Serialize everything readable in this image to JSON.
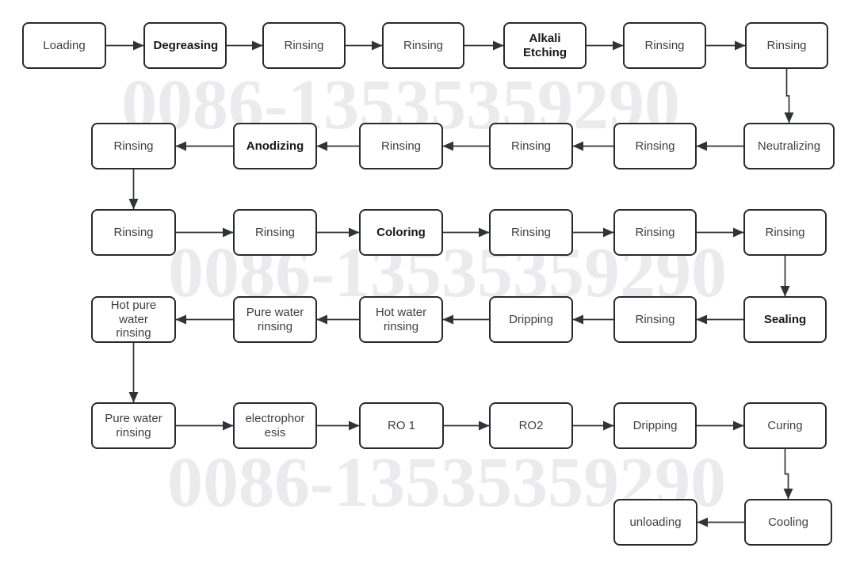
{
  "watermark": {
    "text": "0086-13535359290",
    "color": "#ebebee",
    "repeat_count": 3
  },
  "colors": {
    "background": "#ffffff",
    "box_border": "#272a30",
    "box_fill": "#ffffff",
    "box_text": "#3d3f42",
    "box_text_bold": "#17181a",
    "connector": "#303338"
  },
  "flowchart": {
    "nodes": [
      {
        "id": "loading",
        "label": "Loading",
        "bold": false,
        "row": 1
      },
      {
        "id": "degreasing",
        "label": "Degreasing",
        "bold": true,
        "row": 1
      },
      {
        "id": "rinsing-1",
        "label": "Rinsing",
        "bold": false,
        "row": 1
      },
      {
        "id": "rinsing-2",
        "label": "Rinsing",
        "bold": false,
        "row": 1
      },
      {
        "id": "alkali-etching",
        "label": "Alkali Etching",
        "bold": true,
        "row": 1
      },
      {
        "id": "rinsing-3",
        "label": "Rinsing",
        "bold": false,
        "row": 1
      },
      {
        "id": "rinsing-4",
        "label": "Rinsing",
        "bold": false,
        "row": 1
      },
      {
        "id": "rinsing-8",
        "label": "Rinsing",
        "bold": false,
        "row": 2
      },
      {
        "id": "anodizing",
        "label": "Anodizing",
        "bold": true,
        "row": 2
      },
      {
        "id": "rinsing-7",
        "label": "Rinsing",
        "bold": false,
        "row": 2
      },
      {
        "id": "rinsing-6",
        "label": "Rinsing",
        "bold": false,
        "row": 2
      },
      {
        "id": "rinsing-5",
        "label": "Rinsing",
        "bold": false,
        "row": 2
      },
      {
        "id": "neutralizing",
        "label": "Neutralizing",
        "bold": false,
        "row": 2
      },
      {
        "id": "rinsing-9",
        "label": "Rinsing",
        "bold": false,
        "row": 3
      },
      {
        "id": "rinsing-10",
        "label": "Rinsing",
        "bold": false,
        "row": 3
      },
      {
        "id": "coloring",
        "label": "Coloring",
        "bold": true,
        "row": 3
      },
      {
        "id": "rinsing-11",
        "label": "Rinsing",
        "bold": false,
        "row": 3
      },
      {
        "id": "rinsing-12",
        "label": "Rinsing",
        "bold": false,
        "row": 3
      },
      {
        "id": "rinsing-13",
        "label": "Rinsing",
        "bold": false,
        "row": 3
      },
      {
        "id": "hot-pure-water-rinsing",
        "label": "Hot pure water rinsing",
        "bold": false,
        "row": 4
      },
      {
        "id": "pure-water-rinsing-1",
        "label": "Pure water rinsing",
        "bold": false,
        "row": 4
      },
      {
        "id": "hot-water-rinsing",
        "label": "Hot water rinsing",
        "bold": false,
        "row": 4
      },
      {
        "id": "dripping-1",
        "label": "Dripping",
        "bold": false,
        "row": 4
      },
      {
        "id": "rinsing-14",
        "label": "Rinsing",
        "bold": false,
        "row": 4
      },
      {
        "id": "sealing",
        "label": "Sealing",
        "bold": true,
        "row": 4
      },
      {
        "id": "pure-water-rinsing-2",
        "label": "Pure water rinsing",
        "bold": false,
        "row": 5
      },
      {
        "id": "electrophoresis",
        "label": "electrophoresis",
        "bold": false,
        "row": 5
      },
      {
        "id": "ro-1",
        "label": "RO 1",
        "bold": false,
        "row": 5
      },
      {
        "id": "ro-2",
        "label": "RO2",
        "bold": false,
        "row": 5
      },
      {
        "id": "dripping-2",
        "label": "Dripping",
        "bold": false,
        "row": 5
      },
      {
        "id": "curing",
        "label": "Curing",
        "bold": false,
        "row": 5
      },
      {
        "id": "unloading",
        "label": "unloading",
        "bold": false,
        "row": 6
      },
      {
        "id": "cooling",
        "label": "Cooling",
        "bold": false,
        "row": 6
      }
    ],
    "edges": [
      [
        "loading",
        "degreasing"
      ],
      [
        "degreasing",
        "rinsing-1"
      ],
      [
        "rinsing-1",
        "rinsing-2"
      ],
      [
        "rinsing-2",
        "alkali-etching"
      ],
      [
        "alkali-etching",
        "rinsing-3"
      ],
      [
        "rinsing-3",
        "rinsing-4"
      ],
      [
        "rinsing-4",
        "neutralizing"
      ],
      [
        "neutralizing",
        "rinsing-5"
      ],
      [
        "rinsing-5",
        "rinsing-6"
      ],
      [
        "rinsing-6",
        "rinsing-7"
      ],
      [
        "rinsing-7",
        "anodizing"
      ],
      [
        "anodizing",
        "rinsing-8"
      ],
      [
        "rinsing-8",
        "rinsing-9"
      ],
      [
        "rinsing-9",
        "rinsing-10"
      ],
      [
        "rinsing-10",
        "coloring"
      ],
      [
        "coloring",
        "rinsing-11"
      ],
      [
        "rinsing-11",
        "rinsing-12"
      ],
      [
        "rinsing-12",
        "rinsing-13"
      ],
      [
        "rinsing-13",
        "sealing"
      ],
      [
        "sealing",
        "rinsing-14"
      ],
      [
        "rinsing-14",
        "dripping-1"
      ],
      [
        "dripping-1",
        "hot-water-rinsing"
      ],
      [
        "hot-water-rinsing",
        "pure-water-rinsing-1"
      ],
      [
        "pure-water-rinsing-1",
        "hot-pure-water-rinsing"
      ],
      [
        "hot-pure-water-rinsing",
        "pure-water-rinsing-2"
      ],
      [
        "pure-water-rinsing-2",
        "electrophoresis"
      ],
      [
        "electrophoresis",
        "ro-1"
      ],
      [
        "ro-1",
        "ro-2"
      ],
      [
        "ro-2",
        "dripping-2"
      ],
      [
        "dripping-2",
        "curing"
      ],
      [
        "curing",
        "cooling"
      ],
      [
        "cooling",
        "unloading"
      ]
    ]
  }
}
